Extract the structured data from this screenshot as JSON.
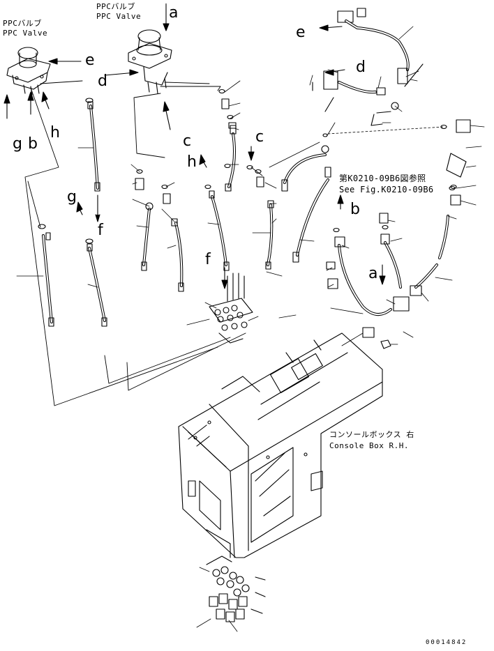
{
  "labels": {
    "ppc_valve_left_jp": "PPCバルブ",
    "ppc_valve_left_en": "PPC Valve",
    "ppc_valve_right_jp": "PPCバルブ",
    "ppc_valve_right_en": "PPC Valve",
    "ref_jp": "第K0210-09B6図参照",
    "ref_en": "See Fig.K0210-09B6",
    "console_jp": "コンソールボックス 右",
    "console_en": "Console Box R.H.",
    "figure_code": "00014842"
  },
  "callouts": {
    "a_top": "a",
    "e_left": "e",
    "d_left": "d",
    "g_left": "g",
    "b_left": "b",
    "h_left": "h",
    "c_mid": "c",
    "h_mid": "h",
    "c_right": "c",
    "g_mid": "g",
    "f_mid": "f",
    "f_low": "f",
    "e_top": "e",
    "d_top": "d",
    "b_right": "b",
    "a_right": "a"
  }
}
